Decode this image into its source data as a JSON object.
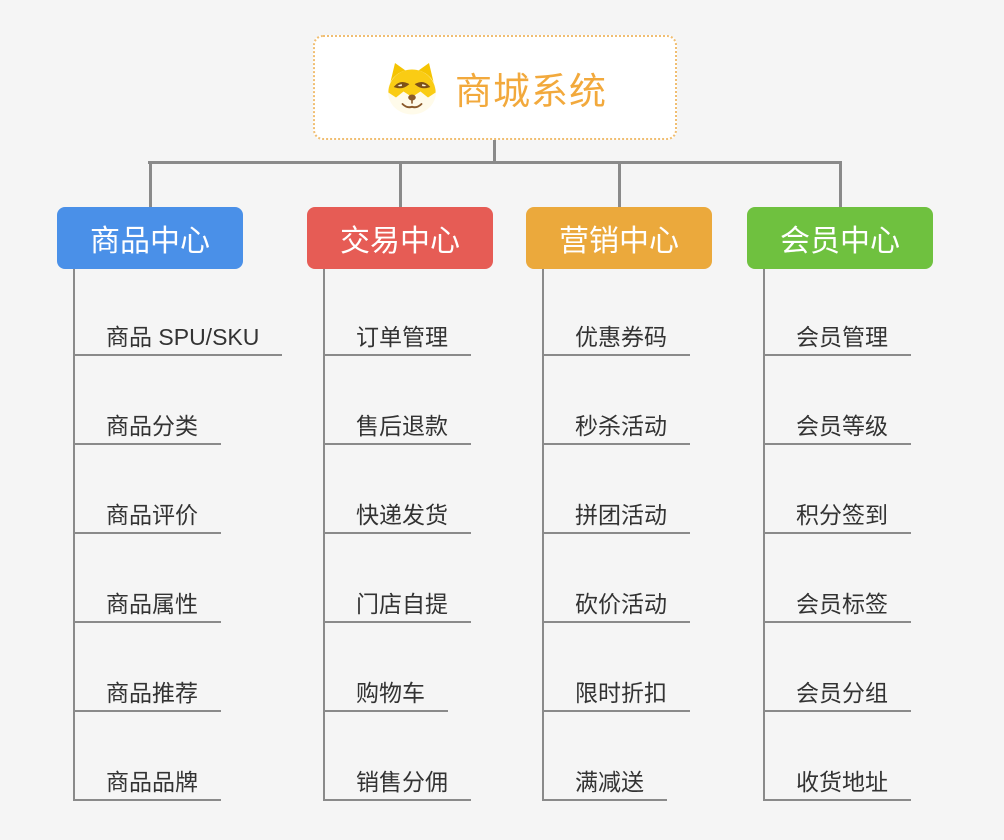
{
  "root": {
    "title": "商城系统",
    "icon": "doge-icon"
  },
  "colors": {
    "background": "#F5F5F5",
    "connector": "#8A8A8A",
    "leaf_text": "#333333",
    "root_text": "#F2A93C",
    "root_border": "#F0BE72",
    "root_background": "#FFFFFF"
  },
  "branches": [
    {
      "label": "商品中心",
      "color": "#4A90E8",
      "children": [
        "商品 SPU/SKU",
        "商品分类",
        "商品评价",
        "商品属性",
        "商品推荐",
        "商品品牌"
      ]
    },
    {
      "label": "交易中心",
      "color": "#E65C55",
      "children": [
        "订单管理",
        "售后退款",
        "快递发货",
        "门店自提",
        "购物车",
        "销售分佣"
      ]
    },
    {
      "label": "营销中心",
      "color": "#EBA93C",
      "children": [
        "优惠券码",
        "秒杀活动",
        "拼团活动",
        "砍价活动",
        "限时折扣",
        "满减送"
      ]
    },
    {
      "label": "会员中心",
      "color": "#6FC13F",
      "children": [
        "会员管理",
        "会员等级",
        "积分签到",
        "会员标签",
        "会员分组",
        "收货地址"
      ]
    }
  ]
}
